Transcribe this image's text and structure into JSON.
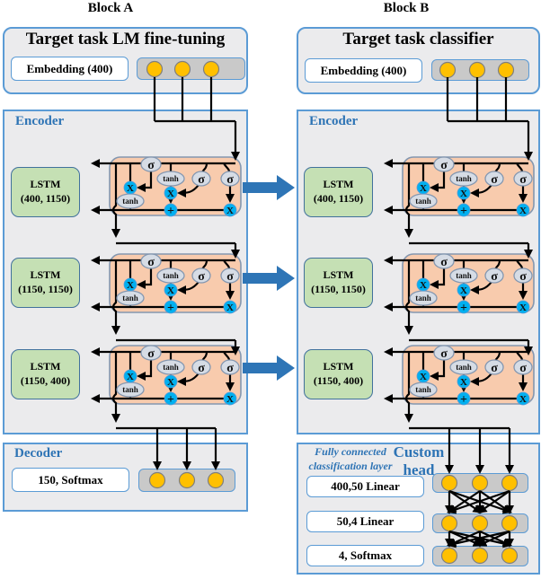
{
  "colors": {
    "block_bg": "#EBEBED",
    "border_blue": "#5B9BD5",
    "tray_gray": "#C9C9C9",
    "circle_yellow": "#FFC000",
    "circle_stroke": "#7F7F7F",
    "lstm_green": "#C5E0B4",
    "cell_peach": "#F8CBAD",
    "cell_border": "#8497B0",
    "gate_fill": "#D6DCE5",
    "gate_border": "#8497B0",
    "op_cyan": "#00B0F0",
    "blue_text": "#2E74B5",
    "big_arrow": "#2E75B6",
    "wire": "#000000"
  },
  "block_a": {
    "title": "Block A",
    "header": "Target task LM fine-tuning",
    "embedding_label": "Embedding (400)",
    "encoder_label": "Encoder",
    "lstm_layers": [
      {
        "name": "LSTM",
        "dims": "(400, 1150)"
      },
      {
        "name": "LSTM",
        "dims": "(1150, 1150)"
      },
      {
        "name": "LSTM",
        "dims": "(1150, 400)"
      }
    ],
    "decoder_label": "Decoder",
    "decoder_box": "150, Softmax"
  },
  "block_b": {
    "title": "Block B",
    "header": "Target task classifier",
    "embedding_label": "Embedding (400)",
    "encoder_label": "Encoder",
    "lstm_layers": [
      {
        "name": "LSTM",
        "dims": "(400, 1150)"
      },
      {
        "name": "LSTM",
        "dims": "(1150, 1150)"
      },
      {
        "name": "LSTM",
        "dims": "(1150, 400)"
      }
    ],
    "custom_head": {
      "annotation_line1": "Fully connected",
      "annotation_line2": "classification layer",
      "title_line1": "Custom",
      "title_line2": "head",
      "layers": [
        "400,50 Linear",
        "50,4 Linear",
        "4, Softmax"
      ]
    }
  },
  "symbols": {
    "sigma": "σ",
    "tanh": "tanh",
    "multiply": "X",
    "add": "+"
  }
}
